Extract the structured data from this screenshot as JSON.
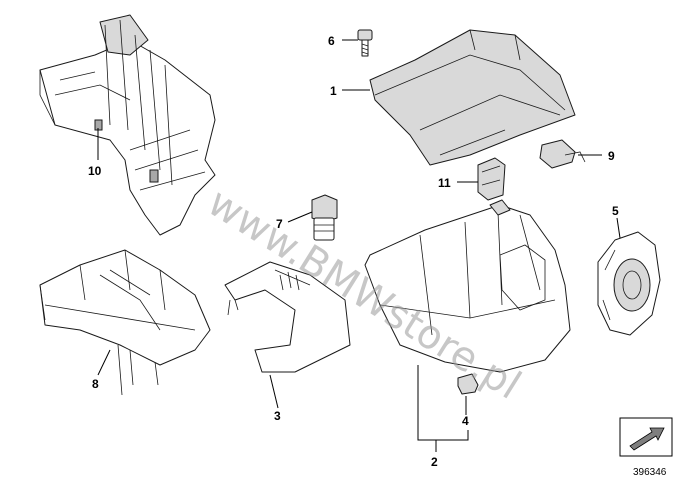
{
  "diagram": {
    "callouts": [
      {
        "id": "1",
        "label": "1"
      },
      {
        "id": "2",
        "label": "2"
      },
      {
        "id": "3",
        "label": "3"
      },
      {
        "id": "4",
        "label": "4"
      },
      {
        "id": "5",
        "label": "5"
      },
      {
        "id": "6",
        "label": "6"
      },
      {
        "id": "7",
        "label": "7"
      },
      {
        "id": "8",
        "label": "8"
      },
      {
        "id": "9",
        "label": "9"
      },
      {
        "id": "10",
        "label": "10"
      },
      {
        "id": "11",
        "label": "11"
      }
    ],
    "watermark": "www.BMWstore.pl",
    "doc_number": "396346",
    "colors": {
      "line": "#1a1a1a",
      "shade": "#d9d9d9",
      "watermark": "#9a9a9a"
    }
  }
}
